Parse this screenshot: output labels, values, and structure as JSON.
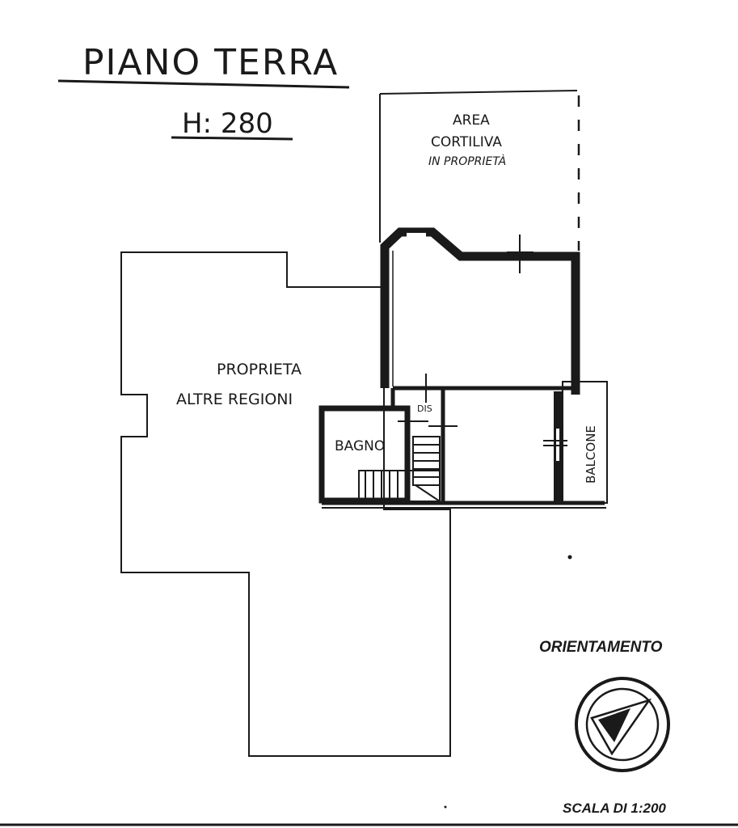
{
  "header": {
    "floor_title": "PIANO TERRA",
    "height_label": "H: 280"
  },
  "areas": {
    "courtyard_line1": "AREA",
    "courtyard_line2": "CORTILIVA",
    "courtyard_line3": "IN PROPRIETÀ",
    "others_line1": "PROPRIETA",
    "others_line2": "ALTRE REGIONI"
  },
  "rooms": {
    "bathroom": "BAGNO",
    "balcony": "BALCONE",
    "stair_label": "DIS"
  },
  "legend": {
    "orientation_title": "ORIENTAMENTO",
    "scale": "SCALA DI 1:200"
  },
  "icons": {
    "compass": "compass-rose-icon"
  },
  "colors": {
    "ink": "#1a1a1a",
    "paper": "#ffffff"
  }
}
